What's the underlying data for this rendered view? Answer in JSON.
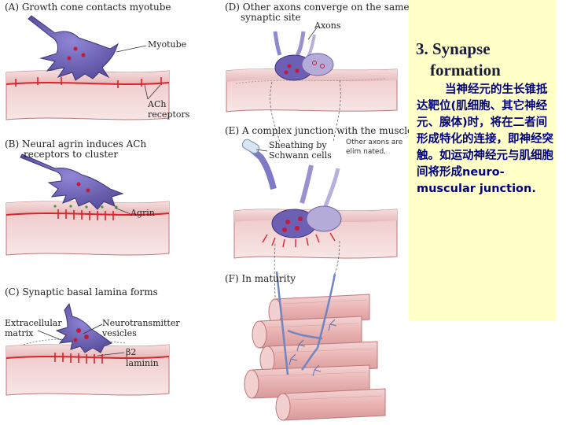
{
  "panels": {
    "A": {
      "title": "(A)  Growth cone contacts myotube",
      "myotube": "Myotube",
      "ach1": "ACh",
      "ach2": "receptors"
    },
    "B": {
      "title1": "(B)  Neural agrin induces ACh",
      "title2": "receptors to cluster",
      "agrin": "Agrin"
    },
    "C": {
      "title": "(C)  Synaptic basal lamina forms",
      "extracellular1": "Extracellular",
      "extracellular2": "matrix",
      "nt1": "Neurotransmitter",
      "nt2": "vesicles",
      "beta2": "β2",
      "laminin": "laminin"
    },
    "D": {
      "title1": "(D)  Other axons converge on the same",
      "title2": "synaptic site",
      "axons": "Axons"
    },
    "E": {
      "title": "(E)  A complex junction with the muscle forms",
      "sheath1": "Sheathing by",
      "sheath2": "Schwann cells",
      "elim1": "Other axons are",
      "elim2": "elim nated."
    },
    "F": {
      "title": "(F)  In maturity"
    }
  },
  "sidebar": {
    "heading_line1": "3. Synapse",
    "heading_line2": "formation",
    "body": "当神经元的生长锥抵达靶位(肌细胞、其它神经元、腺体)时，将在二者间形成特化的连接，即神经突触。如运动神经元与肌细胞间将形成neuro-muscular junction.",
    "colors": {
      "background": "#ffffc8",
      "text": "#000080"
    }
  }
}
